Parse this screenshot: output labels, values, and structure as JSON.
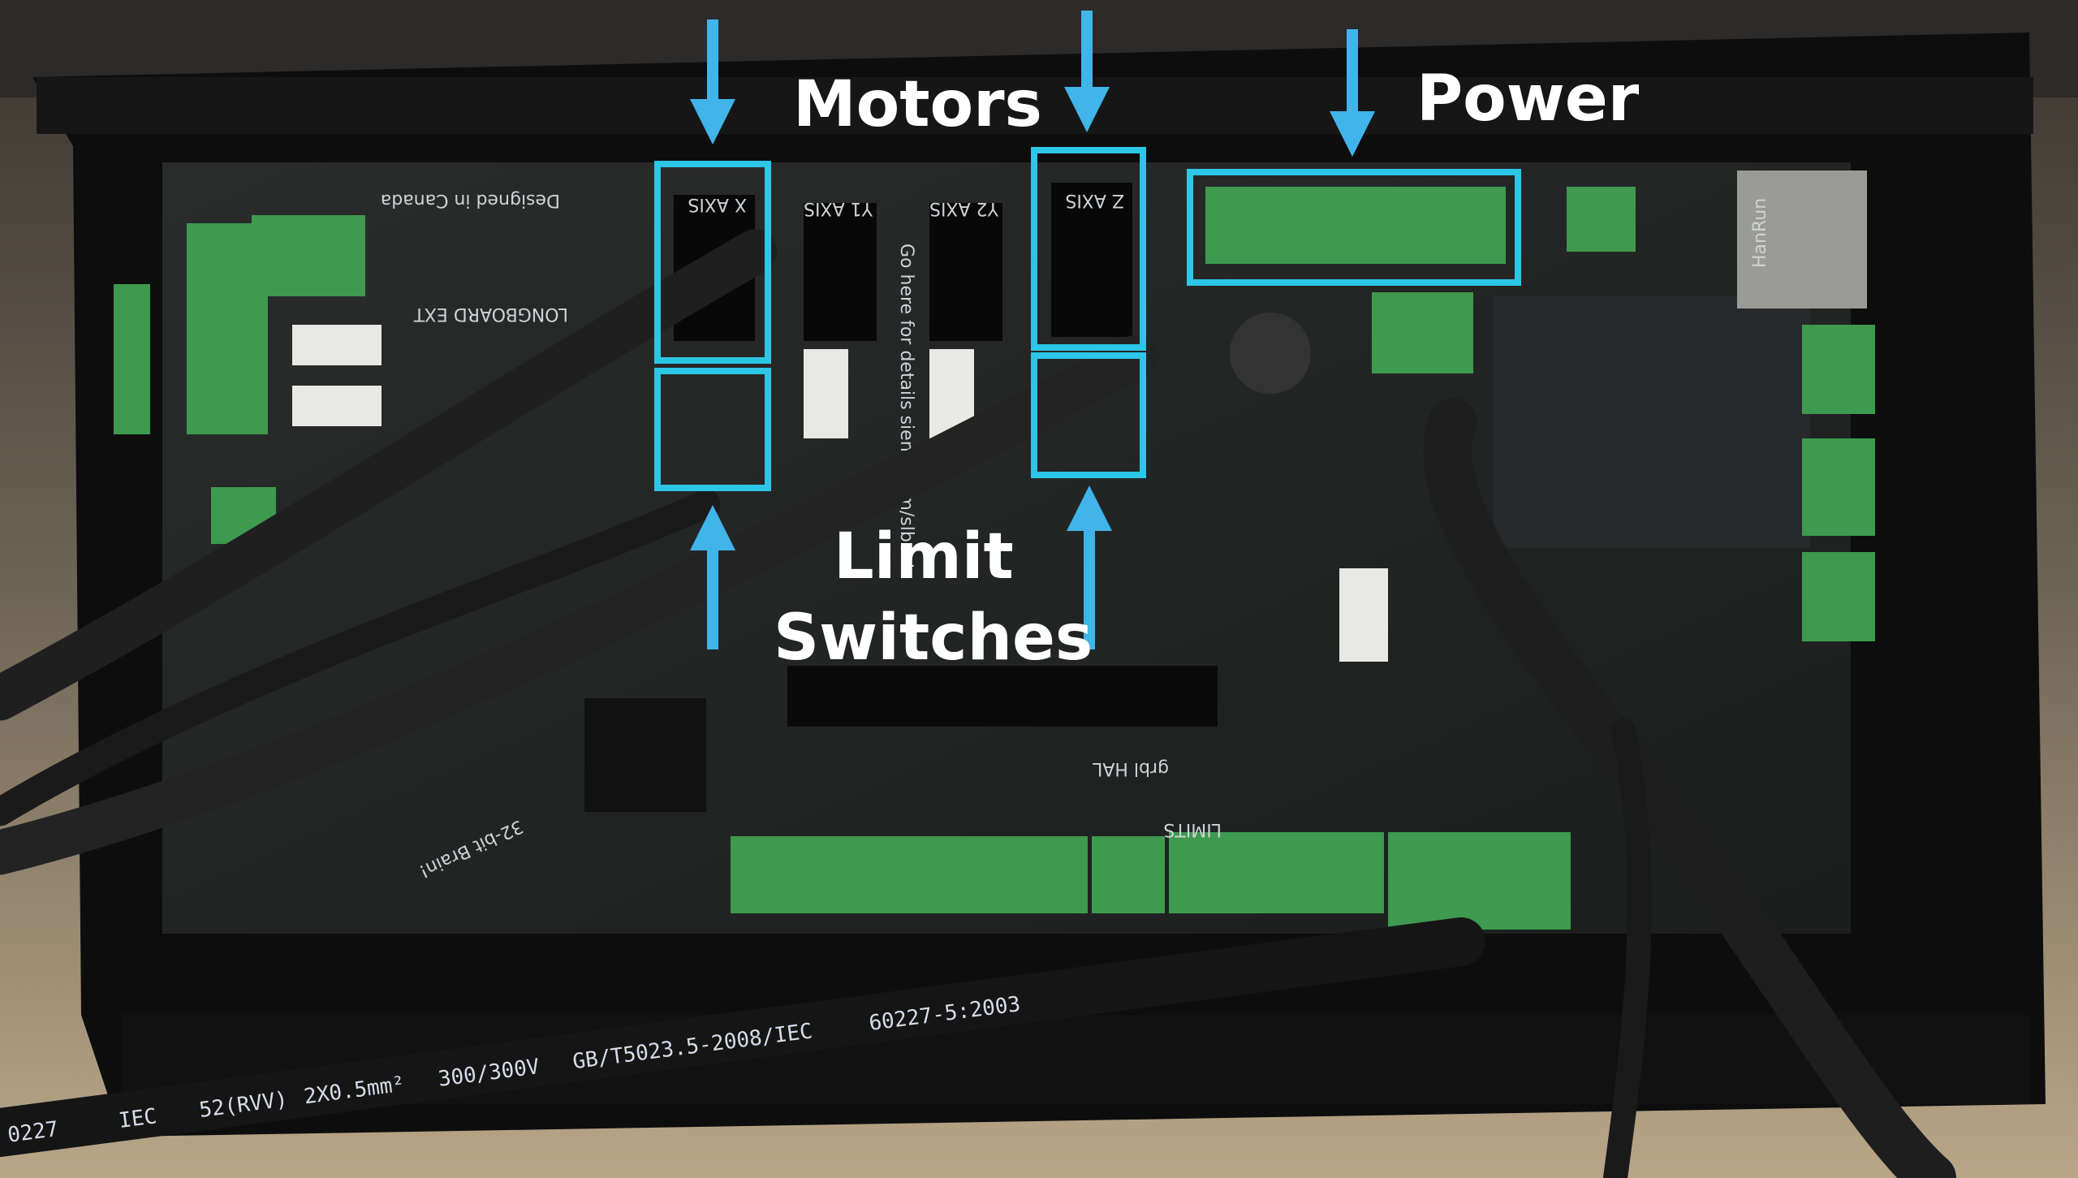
{
  "annotations": {
    "motors_label": "Motors",
    "power_label": "Power",
    "limit_label_line1": "Limit",
    "limit_label_line2": "Switches",
    "accent_color": "#2cc6e6",
    "arrow_color": "#41b4ea"
  },
  "cable_print": {
    "segments": [
      "0227",
      "IEC",
      "52(RVV)",
      "2X0.5mm²",
      "300/300V",
      "GB/T5023.5-2008/IEC",
      "60227-5:2003"
    ]
  },
  "board_silkscreen": {
    "board_name": "LONGBOARD EXT",
    "brain": "32-bit Brain!",
    "firmware": "grbl HAL",
    "designed": "Designed in Canada",
    "details": "Go here for details sienci.com/slbext",
    "x_axis": "X AXIS",
    "y1_axis": "Y1 AXIS",
    "y2_axis": "Y2 AXIS",
    "z_axis": "Z AXIS",
    "limits": "LIMITS",
    "relay": "HanRun"
  }
}
